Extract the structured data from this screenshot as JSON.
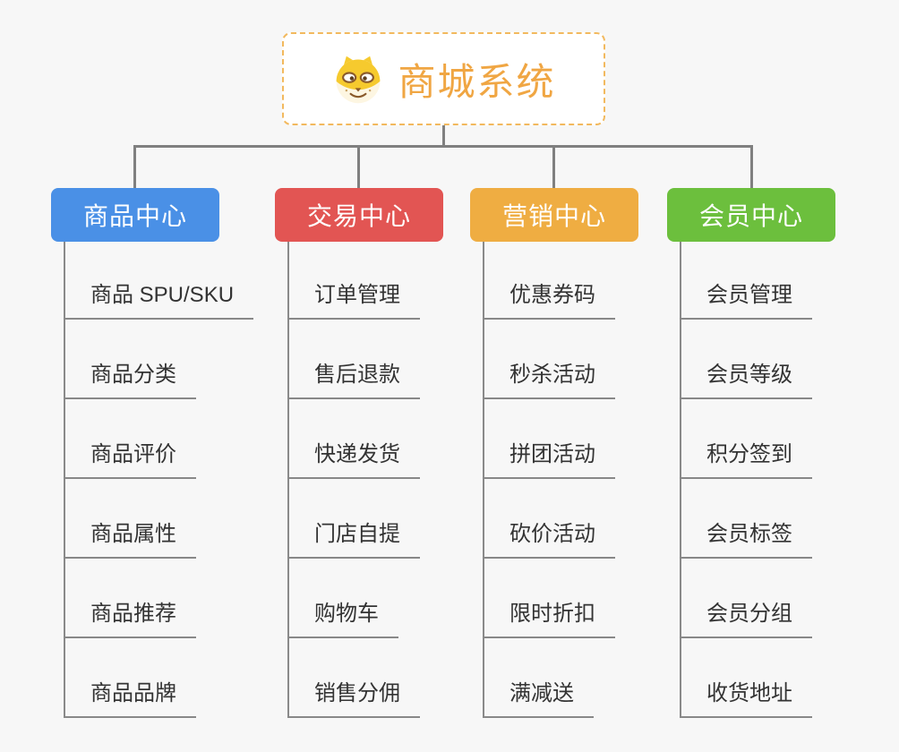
{
  "root": {
    "title": "商城系统",
    "icon": "doge-icon",
    "title_color": "#f0a643",
    "border_color": "#f2b95e"
  },
  "colors": {
    "background": "#f7f7f7",
    "connector": "#808080",
    "leaf_underline": "#888888",
    "leaf_text": "#333333"
  },
  "branches": [
    {
      "label": "商品中心",
      "color": "#4a90e6",
      "items": [
        "商品 SPU/SKU",
        "商品分类",
        "商品评价",
        "商品属性",
        "商品推荐",
        "商品品牌"
      ]
    },
    {
      "label": "交易中心",
      "color": "#e25553",
      "items": [
        "订单管理",
        "售后退款",
        "快递发货",
        "门店自提",
        "购物车",
        "销售分佣"
      ]
    },
    {
      "label": "营销中心",
      "color": "#efad42",
      "items": [
        "优惠券码",
        "秒杀活动",
        "拼团活动",
        "砍价活动",
        "限时折扣",
        "满减送"
      ]
    },
    {
      "label": "会员中心",
      "color": "#6cbf3d",
      "items": [
        "会员管理",
        "会员等级",
        "积分签到",
        "会员标签",
        "会员分组",
        "收货地址"
      ]
    }
  ]
}
